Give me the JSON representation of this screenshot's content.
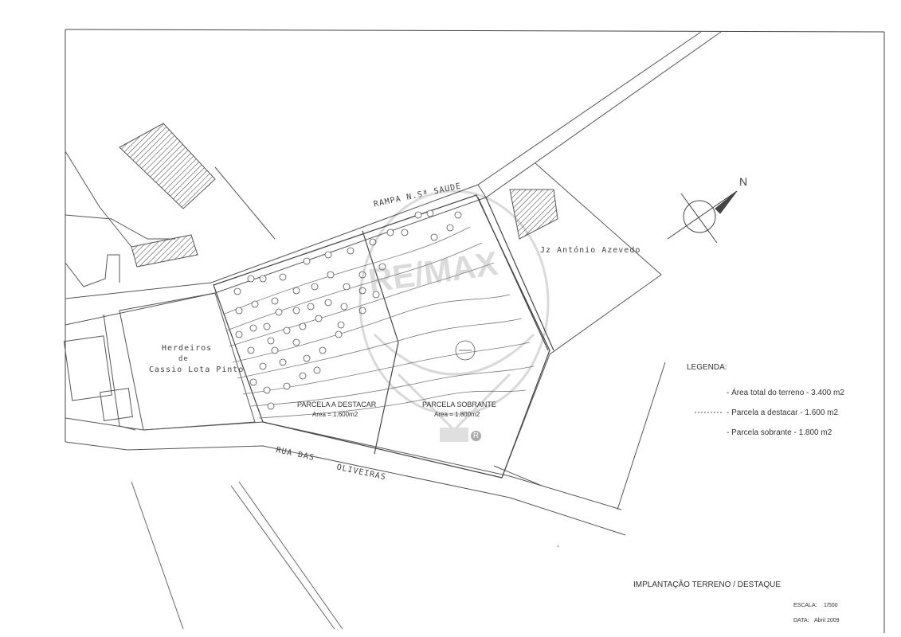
{
  "labels": {
    "road_top": "RAMPA N.Sª SAUDE",
    "road_bottom_1": "RUA DAS",
    "road_bottom_2": "OLIVEIRAS",
    "neighbor_right": "Jz António Azevedo",
    "neighbor_left_1": "Herdeiros",
    "neighbor_left_2": "de",
    "neighbor_left_3": "Cassio Lota Pinto",
    "parcel_a_title": "PARCELA A DESTACAR",
    "parcel_a_area": "Area = 1.600m2",
    "parcel_b_title": "PARCELA SOBRANTE",
    "parcel_b_area": "Area = 1.800m2",
    "north": "N"
  },
  "legend": {
    "title": "LEGENDA:",
    "items": [
      "- Área total do terreno - 3.400 m2",
      "- Parcela a destacar - 1.600 m2",
      "- Parcela sobrante - 1.800 m2"
    ]
  },
  "title_block": {
    "title": "IMPLANTAÇÃO TERRENO  /  DESTAQUE",
    "scale_label": "ESCALA:",
    "scale_value": "1/500",
    "date_label": "DATA:",
    "date_value": "Abril 2009"
  },
  "watermark": {
    "brand": "RE/MAX",
    "registered": "R"
  }
}
